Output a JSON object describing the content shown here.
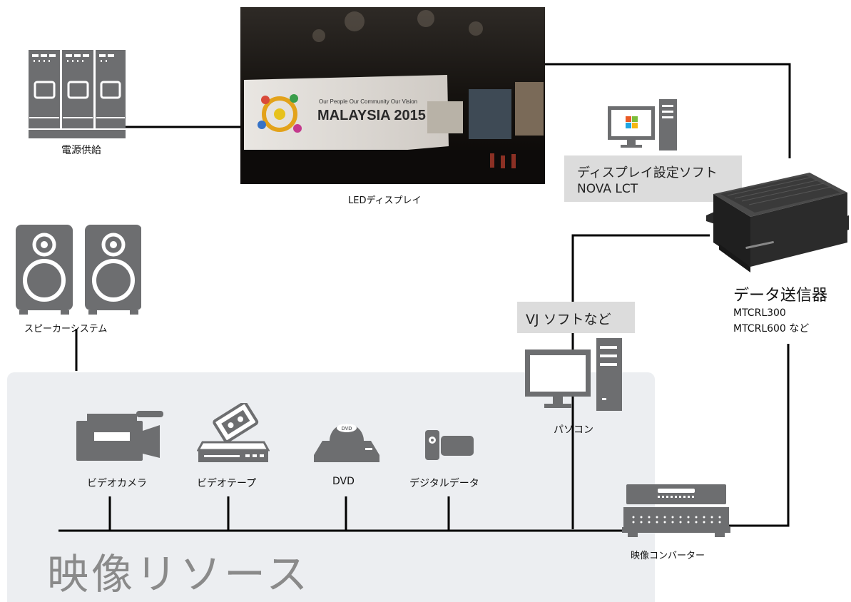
{
  "resource_title": "映像リソース",
  "nodes": {
    "power": "電源供給",
    "led": "LEDディスプレイ",
    "speaker": "スピーカーシステム",
    "camera": "ビデオカメラ",
    "tape": "ビデオテープ",
    "dvd": "DVD",
    "digital": "デジタルデータ",
    "pc": "パソコン",
    "converter": "映像コンバーター"
  },
  "sender": {
    "title": "データ送信器",
    "model1": "MTCRL300",
    "model2": "MTCRL600 など"
  },
  "software": {
    "display_line1": "ディスプレイ設定ソフト",
    "display_line2": "NOVA LCT",
    "vj": "VJ ソフトなど"
  },
  "photo": {
    "banner_small": "Our People Our Community Our Vision",
    "banner_big": "MALAYSIA 2015"
  },
  "dvd_disc_text": "DVD",
  "colors": {
    "icon_gray": "#6d6e70",
    "zone_bg": "#eceef1",
    "tag_bg": "#dcdcdc",
    "line": "#000000"
  }
}
